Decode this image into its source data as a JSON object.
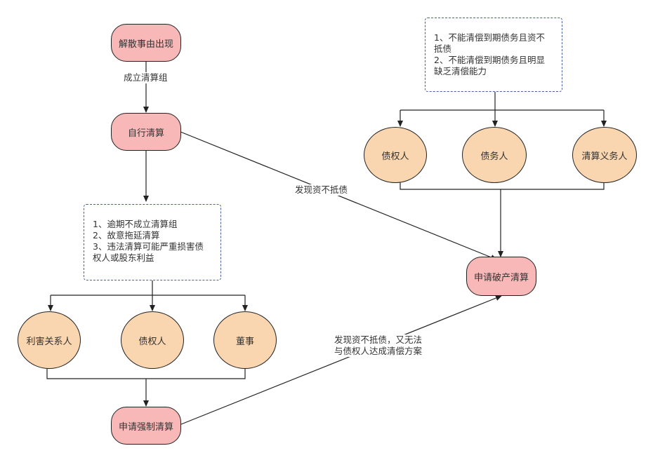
{
  "nodes": {
    "dissolution_cause": "解散事由出现",
    "self_liquidation": "自行清算",
    "apply_forced": "申请强制清算",
    "apply_bankruptcy": "申请破产清算",
    "interested_party": "利害关系人",
    "creditor_left": "债权人",
    "director": "董事",
    "creditor_right": "债权人",
    "debtor": "债务人",
    "liquidation_obligor": "清算义务人"
  },
  "notes": {
    "forced_conditions": [
      "1、逾期不成立清算组",
      "2、故意拖延清算",
      "3、违法清算可能严重损害债",
      "权人或股东利益"
    ],
    "bankruptcy_conditions": [
      "1、不能清偿到期债务且资不",
      "抵债",
      "2、不能清偿到期债务且明显",
      "缺乏清偿能力"
    ]
  },
  "edge_labels": {
    "form_group": "成立清算组",
    "insolvent": "发现资不抵债",
    "insolvent_no_plan": [
      "发现资不抵债，又无法",
      "与债权人达成清偿方案"
    ]
  },
  "colors": {
    "step_fill": "#f8b8b8",
    "party_fill": "#f9d6b0",
    "note_border": "#4a5f9c",
    "line": "#222222"
  }
}
